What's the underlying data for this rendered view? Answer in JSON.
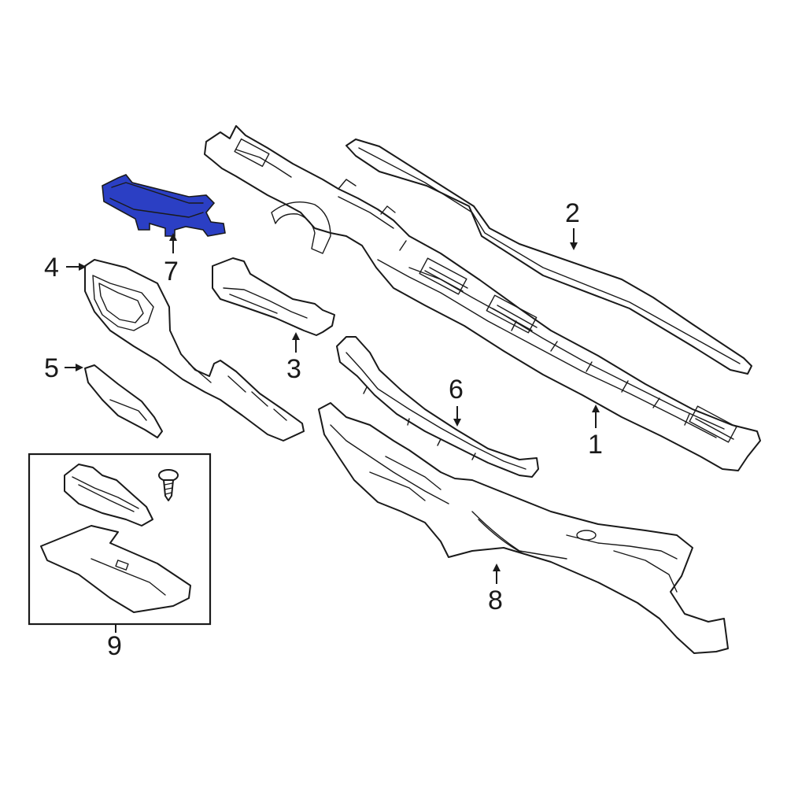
{
  "diagram": {
    "highlight_color": "#2b3fc4",
    "line_color": "#1a1a1a",
    "background": "#ffffff",
    "callouts": [
      {
        "id": "1",
        "label": "1"
      },
      {
        "id": "2",
        "label": "2"
      },
      {
        "id": "3",
        "label": "3"
      },
      {
        "id": "4",
        "label": "4"
      },
      {
        "id": "5",
        "label": "5"
      },
      {
        "id": "6",
        "label": "6"
      },
      {
        "id": "7",
        "label": "7"
      },
      {
        "id": "8",
        "label": "8"
      },
      {
        "id": "9",
        "label": "9"
      }
    ]
  }
}
